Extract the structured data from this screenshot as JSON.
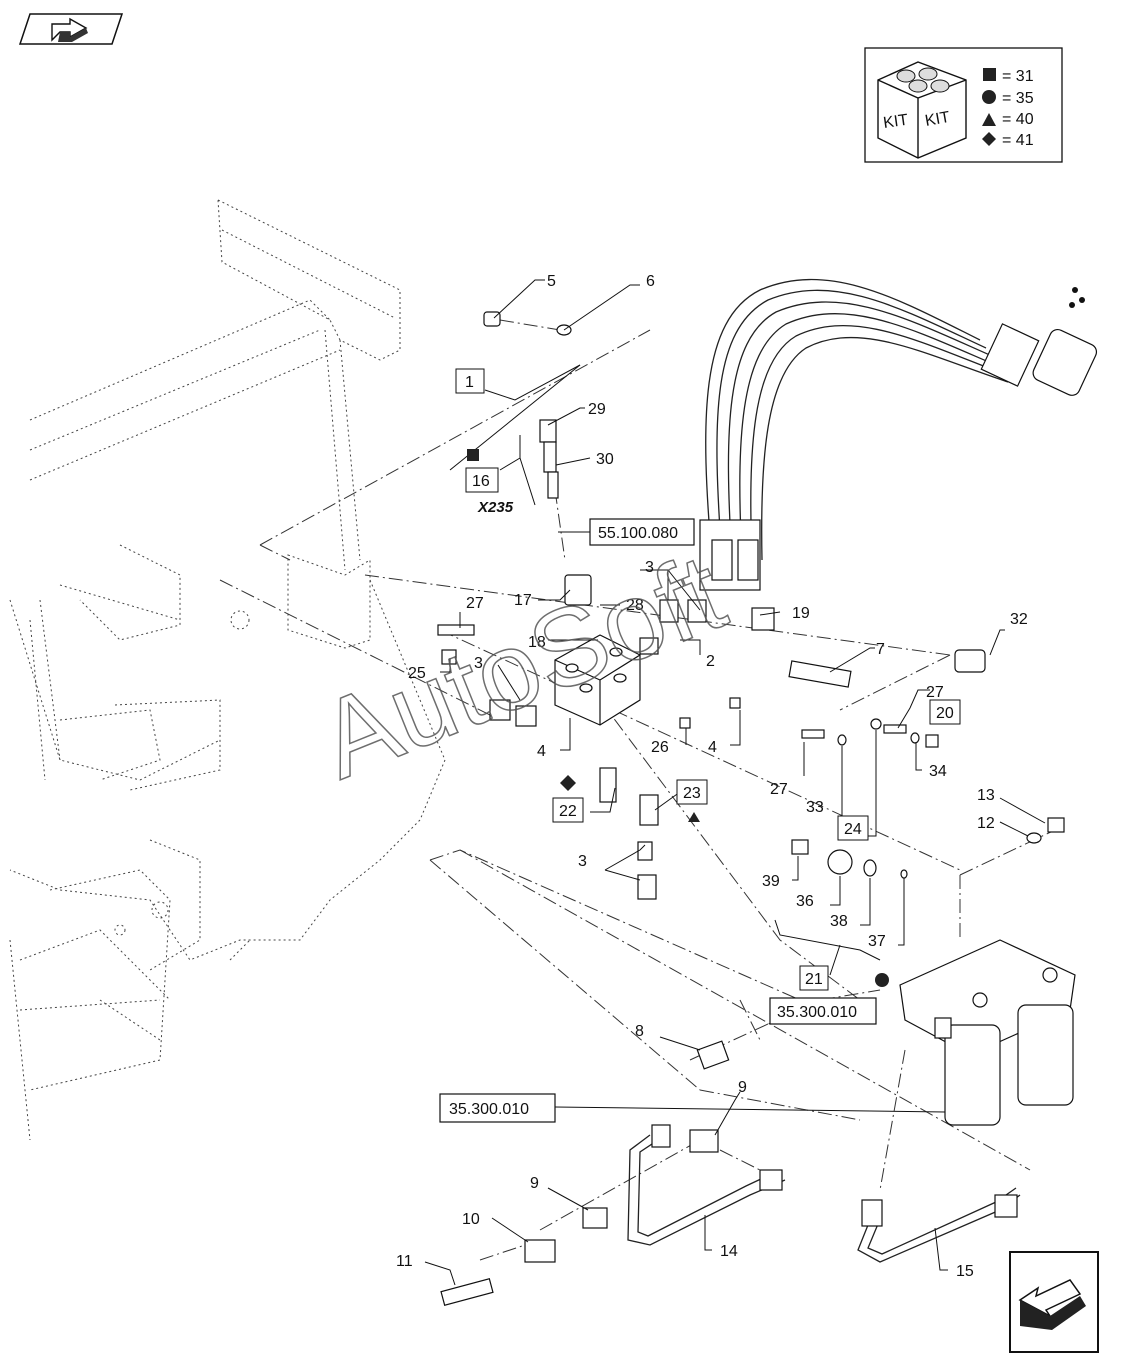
{
  "nav": {
    "prev_icon": "back-arrow-icon",
    "next_icon": "forward-arrow-icon"
  },
  "kit_legend": {
    "box_left": "KIT",
    "box_right": "KIT",
    "entries": [
      {
        "symbol": "square",
        "badge": "31",
        "equals": "= 31"
      },
      {
        "symbol": "circle",
        "badge": "35",
        "equals": "= 35"
      },
      {
        "symbol": "triangle",
        "badge": "40",
        "equals": "= 40"
      },
      {
        "symbol": "diamond",
        "badge": "41",
        "equals": "= 41"
      }
    ]
  },
  "connector_label": "X235",
  "references": {
    "ref_top": "55.100.080",
    "ref_mid": "35.300.010",
    "ref_left": "35.300.010"
  },
  "boxed_callouts": [
    "1",
    "16",
    "20",
    "21",
    "22",
    "23",
    "24"
  ],
  "callouts": {
    "c1": "1",
    "c2": "2",
    "c3a": "3",
    "c3b": "3",
    "c3c": "3",
    "c4a": "4",
    "c4b": "4",
    "c5": "5",
    "c6": "6",
    "c7": "7",
    "c8": "8",
    "c9a": "9",
    "c9b": "9",
    "c10": "10",
    "c11": "11",
    "c12": "12",
    "c13": "13",
    "c14": "14",
    "c15": "15",
    "c16": "16",
    "c17": "17",
    "c18": "18",
    "c19": "19",
    "c20": "20",
    "c21": "21",
    "c22": "22",
    "c23": "23",
    "c24": "24",
    "c25": "25",
    "c26": "26",
    "c27a": "27",
    "c27b": "27",
    "c27c": "27",
    "c28": "28",
    "c29": "29",
    "c30": "30",
    "c32": "32",
    "c33": "33",
    "c34": "34",
    "c36": "36",
    "c37": "37",
    "c38": "38",
    "c39": "39"
  },
  "watermark": "AutoSoft",
  "colors": {
    "line": "#111111",
    "background": "#ffffff",
    "watermark_stroke": "#555555"
  }
}
